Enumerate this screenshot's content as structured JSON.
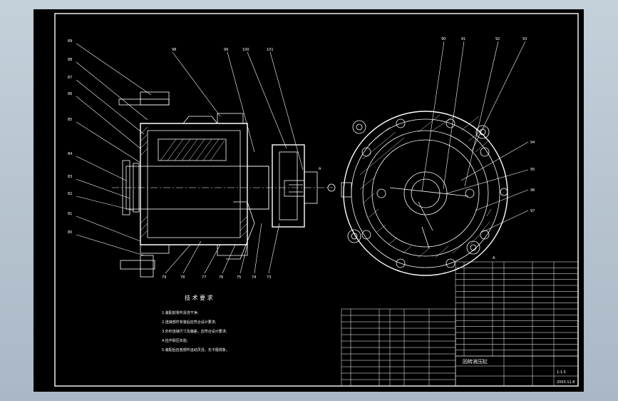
{
  "drawing": {
    "callouts_left": [
      "89",
      "88",
      "87",
      "86",
      "85",
      "84",
      "83",
      "82",
      "81",
      "80"
    ],
    "callouts_top_left": [
      "98",
      "99",
      "100",
      "101"
    ],
    "callouts_bottom_left": [
      "79",
      "78",
      "77",
      "76",
      "75",
      "74",
      "73"
    ],
    "callouts_top_right": [
      "90",
      "91",
      "92",
      "93"
    ],
    "callouts_right": [
      "94",
      "95",
      "96",
      "97"
    ],
    "section_marks": [
      "A",
      "A"
    ],
    "tech_title": "技 术 要 求",
    "tech_notes": [
      "1.装配前零件清洗干净;",
      "2.连接部件安装后应符合设计要求;",
      "3.外形连接尺寸及偏差，应符合设计要求;",
      "4.应作耐压实验;",
      "5.装配后应各部件运动灵活，无卡阻现象。"
    ],
    "title_block_name": "回转液压缸",
    "title_block_date": "2003.11.8",
    "title_block_scale": "1:1.5"
  }
}
